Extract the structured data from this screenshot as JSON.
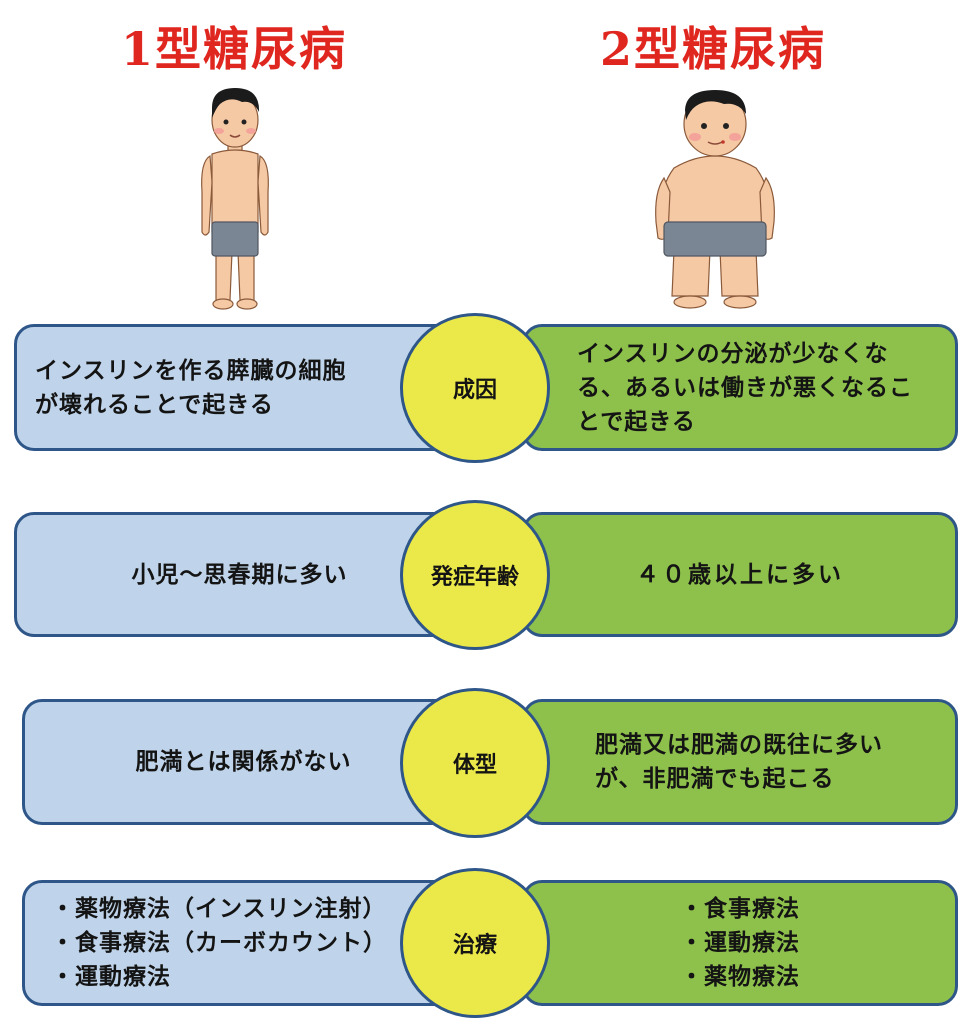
{
  "headings": {
    "left": "1型糖尿病",
    "right": "2型糖尿病"
  },
  "rows": [
    {
      "label": "成因",
      "left": "インスリンを作る膵臓の細胞が壊れることで起きる",
      "left_lines": [
        "インスリンを作る膵臓の細胞",
        "が壊れることで起きる"
      ],
      "right": "インスリンの分泌が少なくなる、あるいは働きが悪くなることで起きる",
      "right_lines": [
        "インスリンの分泌が少なくな",
        "る、あるいは働きが悪くなるこ",
        "とで起きる"
      ]
    },
    {
      "label": "発症年齢",
      "left": "小児～思春期に多い",
      "right": "４０歳以上に多い"
    },
    {
      "label": "体型",
      "left": "肥満とは関係がない",
      "right": "肥満又は肥満の既往に多いが、非肥満でも起こる",
      "right_lines": [
        "肥満又は肥満の既往に多い",
        "が、非肥満でも起こる"
      ]
    },
    {
      "label": "治療",
      "left_items": [
        "薬物療法（インスリン注射）",
        "食事療法（カーボカウント）",
        "運動療法"
      ],
      "right_items": [
        "食事療法",
        "運動療法",
        "薬物療法"
      ]
    }
  ],
  "colors": {
    "heading": "#e0271f",
    "left_panel": "#bfd4ea",
    "right_panel": "#8ec14c",
    "circle": "#ebe94a",
    "border": "#2e5688"
  }
}
